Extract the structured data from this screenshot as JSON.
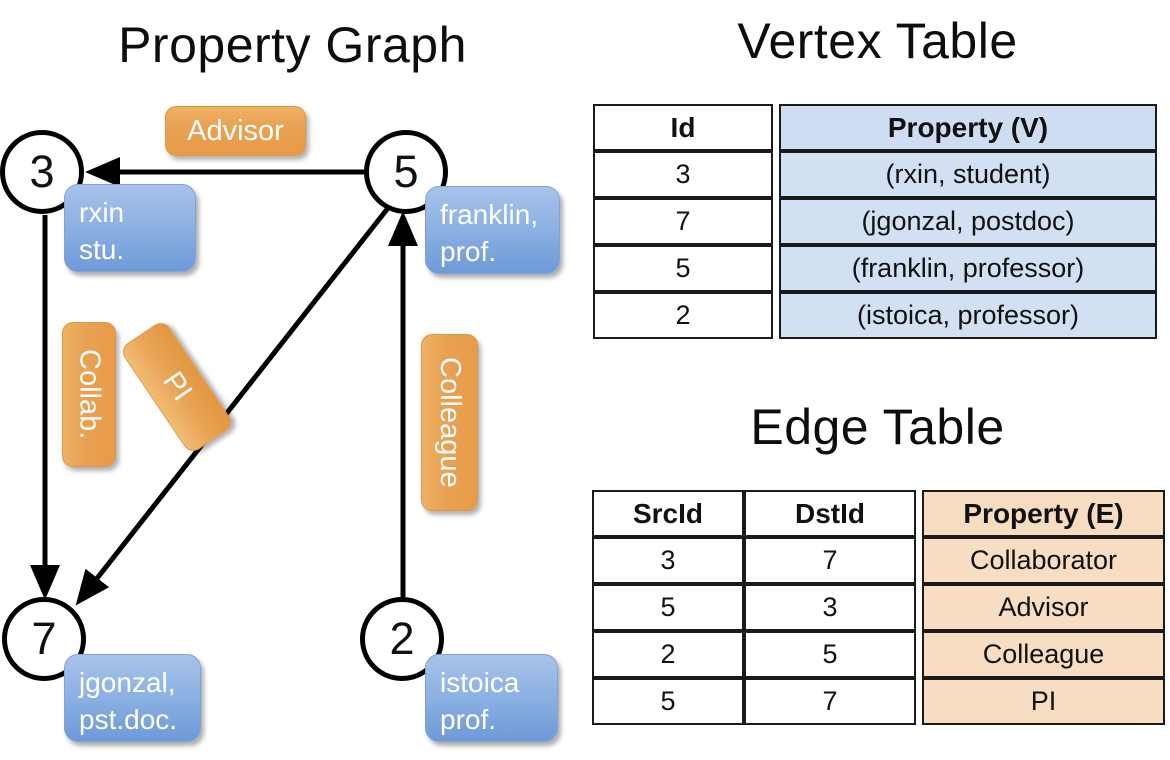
{
  "panels": {
    "graph_title": "Property Graph",
    "vertex_table_title": "Vertex Table",
    "edge_table_title": "Edge Table"
  },
  "graph": {
    "vertices": [
      {
        "id": "3",
        "property_label": "rxin\nstu.",
        "line1": "rxin",
        "line2": "stu."
      },
      {
        "id": "5",
        "property_label": "franklin, prof.",
        "line1": "franklin,",
        "line2": "prof."
      },
      {
        "id": "7",
        "property_label": "jgonzal, pst.doc.",
        "line1": "jgonzal,",
        "line2": "pst.doc."
      },
      {
        "id": "2",
        "property_label": "istoica prof.",
        "line1": "istoica",
        "line2": "prof."
      }
    ],
    "edge_labels": {
      "advisor": "Advisor",
      "collaborator": "Collab.",
      "pi": "PI",
      "colleague": "Colleague"
    }
  },
  "vertex_table": {
    "headers": [
      "Id",
      "Property (V)"
    ],
    "rows": [
      {
        "id": "3",
        "property": "(rxin, student)"
      },
      {
        "id": "7",
        "property": "(jgonzal, postdoc)"
      },
      {
        "id": "5",
        "property": "(franklin, professor)"
      },
      {
        "id": "2",
        "property": "(istoica, professor)"
      }
    ]
  },
  "edge_table": {
    "headers": [
      "SrcId",
      "DstId",
      "Property (E)"
    ],
    "rows": [
      {
        "src": "3",
        "dst": "7",
        "property": "Collaborator"
      },
      {
        "src": "5",
        "dst": "3",
        "property": "Advisor"
      },
      {
        "src": "2",
        "dst": "5",
        "property": "Colleague"
      },
      {
        "src": "5",
        "dst": "7",
        "property": "PI"
      }
    ]
  },
  "colors": {
    "vertex_property_fill": "#8eb2e3",
    "edge_label_fill": "#e8a254",
    "vertex_table_prop_bg": "#d3e0f3",
    "edge_table_prop_bg": "#f7ddc2",
    "stroke": "#000000",
    "background": "#ffffff"
  }
}
